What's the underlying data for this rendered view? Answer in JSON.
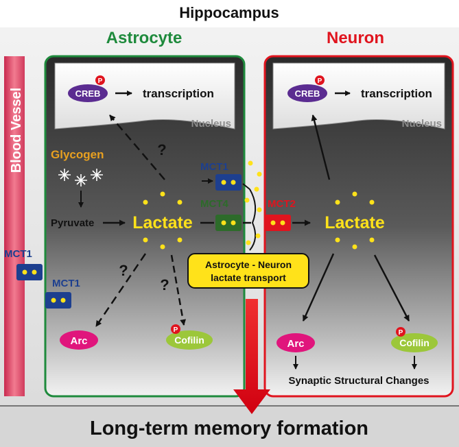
{
  "title": "Hippocampus",
  "footer": "Long-term memory formation",
  "blood_vessel": "Blood Vessel",
  "astrocyte": {
    "title": "Astrocyte",
    "creb": "CREB",
    "transcription": "transcription",
    "nucleus": "Nucleus",
    "glycogen": "Glycogen",
    "pyruvate": "Pyruvate",
    "lactate": "Lactate",
    "arc": "Arc",
    "cofilin": "Cofilin",
    "mct1_top": "MCT1",
    "mct4": "MCT4",
    "mct1_vessel": "MCT1",
    "mct1_inner": "MCT1",
    "q1": "?",
    "q2": "?",
    "q3": "?"
  },
  "neuron": {
    "title": "Neuron",
    "creb": "CREB",
    "transcription": "transcription",
    "nucleus": "Nucleus",
    "lactate": "Lactate",
    "mct2": "MCT2",
    "arc": "Arc",
    "cofilin": "Cofilin",
    "synaptic": "Synaptic Structural Changes"
  },
  "transport_box": {
    "line1": "Astrocyte - Neuron",
    "line2": "lactate transport"
  },
  "phospho": "P",
  "colors": {
    "astrocyte_border": "#1e8a3c",
    "neuron_border": "#e0141e",
    "lactate": "#ffe21a",
    "glycogen": "#e8a020",
    "mct_blue": "#1d3f8f",
    "mct_green": "#2d6b2a",
    "mct_red": "#e0141e",
    "arc": "#e0157c",
    "cofilin": "#9cc73a",
    "creb": "#5b2c91",
    "arrow_red": "#e0141e"
  }
}
